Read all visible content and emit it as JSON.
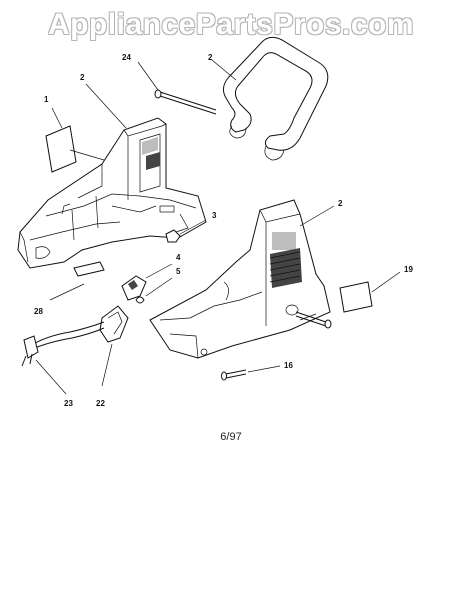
{
  "watermark": "AppliancePartsPros.com",
  "date_code": "6/97",
  "callouts": {
    "c1": "1",
    "c2_left": "2",
    "c2_right": "2",
    "c3": "3",
    "c4": "4",
    "c5": "5",
    "c16": "16",
    "c19": "19",
    "c22": "22",
    "c23": "23",
    "c24": "24",
    "c28": "28",
    "c_handle": "2"
  }
}
